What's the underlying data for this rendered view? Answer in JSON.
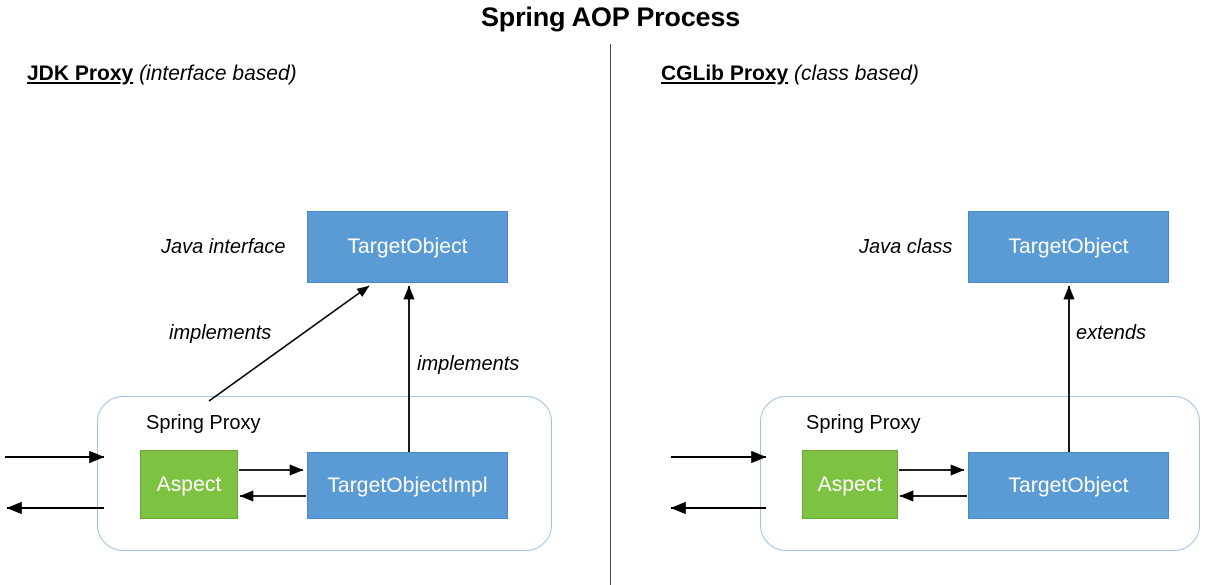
{
  "title": "Spring AOP Process",
  "colors": {
    "blue": "#5b9bd5",
    "green": "#7ec242",
    "proxy_border": "#9dc3e6",
    "divider": "#4a4a4a",
    "arrow": "#000000",
    "text": "#000000",
    "box_text": "#ffffff"
  },
  "sections": {
    "left": {
      "heading_name": "JDK Proxy",
      "heading_sub": "(interface based)",
      "type_label": "Java interface",
      "top_box": "TargetObject",
      "proxy_label": "Spring Proxy",
      "aspect_box": "Aspect",
      "target_box": "TargetObjectImpl",
      "relation_diagonal": "implements",
      "relation_vertical": "implements"
    },
    "right": {
      "heading_name": "CGLib Proxy",
      "heading_sub": "(class based)",
      "type_label": "Java class",
      "top_box": "TargetObject",
      "proxy_label": "Spring Proxy",
      "aspect_box": "Aspect",
      "target_box": "TargetObject",
      "relation_vertical": "extends"
    }
  }
}
